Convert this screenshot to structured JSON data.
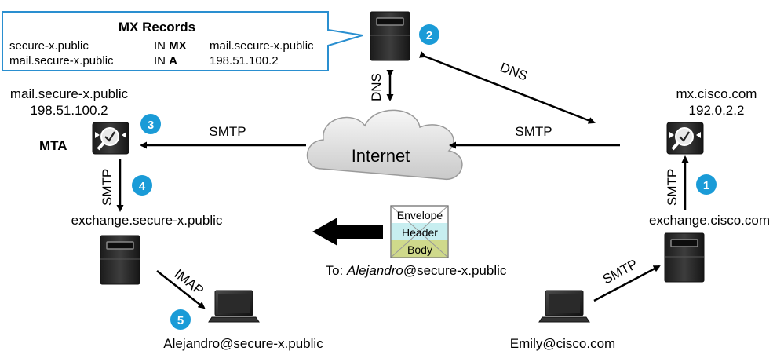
{
  "mx_records": {
    "title": "MX Records",
    "rows": [
      {
        "name": "secure-x.public",
        "class": "IN",
        "type": "MX",
        "value": "mail.secure-x.public"
      },
      {
        "name": "mail.secure-x.public",
        "class": "IN",
        "type": "A",
        "value": "198.51.100.2"
      }
    ]
  },
  "nodes": {
    "mail_server": {
      "hostname": "mail.secure-x.public",
      "ip": "198.51.100.2",
      "role": "MTA"
    },
    "mx_cisco": {
      "hostname": "mx.cisco.com",
      "ip": "192.0.2.2"
    },
    "exchange_secure": {
      "hostname": "exchange.secure-x.public"
    },
    "exchange_cisco": {
      "hostname": "exchange.cisco.com"
    },
    "cloud": {
      "label": "Internet"
    },
    "alejandro": {
      "address": "Alejandro@secure-x.public"
    },
    "emily": {
      "address": "Emily@cisco.com"
    }
  },
  "links": {
    "dns_vertical": "DNS",
    "dns_diagonal": "DNS",
    "smtp_left": "SMTP",
    "smtp_right": "SMTP",
    "smtp_down": "SMTP",
    "smtp_up": "SMTP",
    "smtp_emily": "SMTP",
    "imap": "IMAP"
  },
  "envelope": {
    "parts": [
      "Envelope",
      "Header",
      "Body"
    ],
    "to_prefix": "To: ",
    "to_address": "Alejandro",
    "to_domain": "@secure-x.public"
  },
  "steps": [
    "1",
    "2",
    "3",
    "4",
    "5"
  ],
  "colors": {
    "badge": "#1a9bd7",
    "callout_border": "#2a8fd0",
    "envelope_header": "#c7eef0",
    "envelope_body": "#cfd98b"
  }
}
